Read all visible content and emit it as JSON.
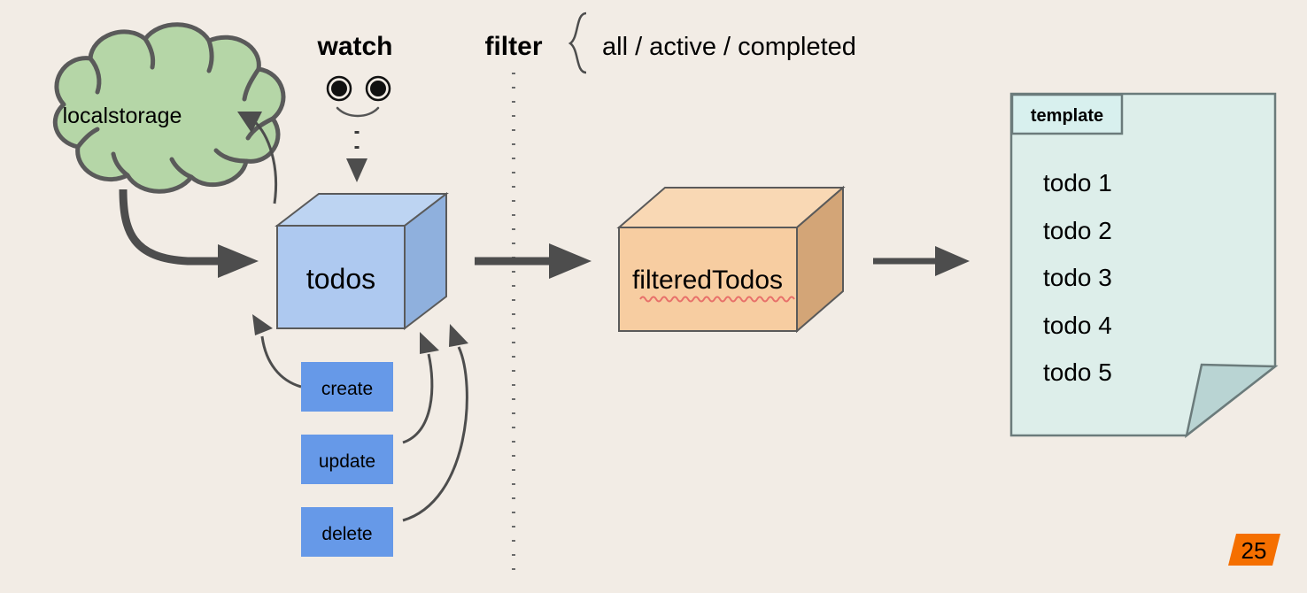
{
  "slide": {
    "background_color": "#f2ece5",
    "page_number": "25",
    "page_badge_color": "#f56f00"
  },
  "labels": {
    "watch": "watch",
    "filter": "filter",
    "filter_options": "all / active / completed"
  },
  "nodes": {
    "localstorage": {
      "label": "localstorage",
      "fill": "#b5d6a7",
      "stroke": "#5a5a5a"
    },
    "todos": {
      "label": "todos",
      "front_fill": "#aec9f0",
      "top_fill": "#bdd4f2",
      "side_fill": "#8fb0dd",
      "stroke": "#5a5a5a"
    },
    "filtered_todos": {
      "label": "filteredTodos",
      "front_fill": "#f7cda1",
      "top_fill": "#f9d8b4",
      "side_fill": "#d3a577",
      "stroke": "#5a5a5a",
      "spellcheck_underline_color": "#e8706a"
    },
    "template": {
      "tab_label": "template",
      "paper_fill": "#ddeeea",
      "tab_fill": "#d8f0ee",
      "fold_fill": "#b9d4d3",
      "stroke": "#6b7b7b",
      "items": [
        "todo 1",
        "todo 2",
        "todo 3",
        "todo 4",
        "todo 5"
      ]
    }
  },
  "actions": [
    {
      "label": "create",
      "fill": "#6699e8"
    },
    {
      "label": "update",
      "fill": "#6699e8"
    },
    {
      "label": "delete",
      "fill": "#6699e8"
    }
  ],
  "face": {
    "name": "watch-eyes-smiley",
    "eye_count": 2
  }
}
